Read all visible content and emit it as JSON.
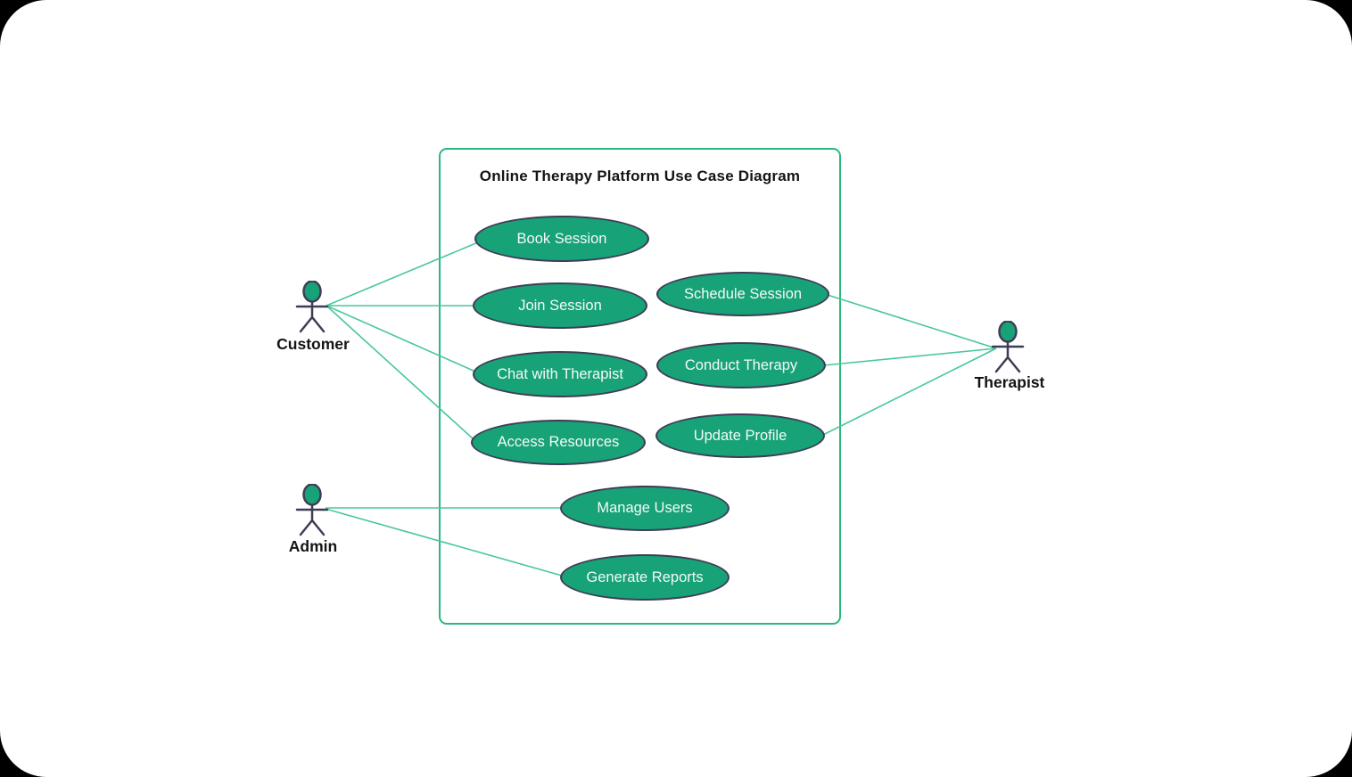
{
  "diagram": {
    "title": "Online Therapy Platform Use Case Diagram",
    "actors": [
      {
        "id": "customer",
        "name": "Customer"
      },
      {
        "id": "therapist",
        "name": "Therapist"
      },
      {
        "id": "admin",
        "name": "Admin"
      }
    ],
    "usecases": [
      {
        "id": "book-session",
        "label": "Book Session"
      },
      {
        "id": "join-session",
        "label": "Join Session"
      },
      {
        "id": "schedule-session",
        "label": "Schedule Session"
      },
      {
        "id": "chat-with-therapist",
        "label": "Chat with Therapist"
      },
      {
        "id": "conduct-therapy",
        "label": "Conduct Therapy"
      },
      {
        "id": "access-resources",
        "label": "Access Resources"
      },
      {
        "id": "update-profile",
        "label": "Update Profile"
      },
      {
        "id": "manage-users",
        "label": "Manage Users"
      },
      {
        "id": "generate-reports",
        "label": "Generate Reports"
      }
    ],
    "connections": [
      {
        "from": "Customer",
        "to": "Book Session"
      },
      {
        "from": "Customer",
        "to": "Join Session"
      },
      {
        "from": "Customer",
        "to": "Chat with Therapist"
      },
      {
        "from": "Customer",
        "to": "Access Resources"
      },
      {
        "from": "Therapist",
        "to": "Schedule Session"
      },
      {
        "from": "Therapist",
        "to": "Conduct Therapy"
      },
      {
        "from": "Therapist",
        "to": "Update Profile"
      },
      {
        "from": "Admin",
        "to": "Manage Users"
      },
      {
        "from": "Admin",
        "to": "Generate Reports"
      }
    ],
    "colors": {
      "usecase_fill": "#17a277",
      "usecase_border": "#3f3d56",
      "usecase_text": "#f4faf7",
      "connector_line": "#49c79b",
      "boundary_border": "#2ab87e",
      "actor_body": "#3f3d56",
      "actor_head_fill": "#17a277",
      "label_text": "#141414",
      "page_background": "#ffffff",
      "outer_background": "#000000"
    }
  }
}
